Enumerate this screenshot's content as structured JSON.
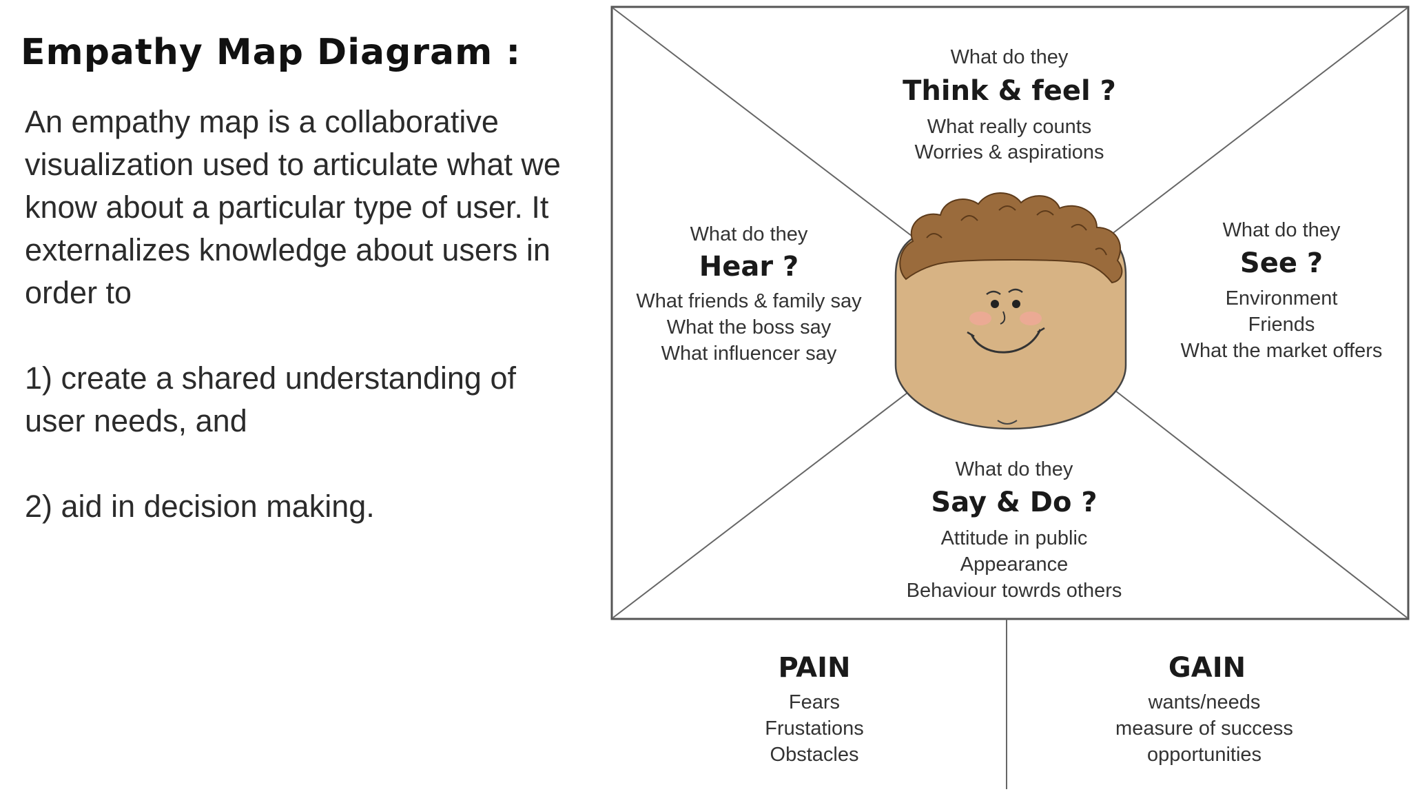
{
  "slide": {
    "title": "Empathy Map Diagram :",
    "paragraphs": [
      "An empathy map is a collaborative visualization used to articulate what we know about a particular type of user. It externalizes knowledge about users in order to",
      "1) create a shared understanding of user needs, and",
      "2) aid in decision making."
    ]
  },
  "diagram": {
    "quadrants": {
      "top": {
        "prompt": "What do they",
        "heading": "Think & feel ?",
        "items": [
          "What really counts",
          "Worries & aspirations"
        ]
      },
      "left": {
        "prompt": "What do they",
        "heading": "Hear ?",
        "items": [
          "What friends & family say",
          "What the boss say",
          "What influencer say"
        ]
      },
      "right": {
        "prompt": "What do they",
        "heading": "See ?",
        "items": [
          "Environment",
          "Friends",
          "What the market offers"
        ]
      },
      "bottom": {
        "prompt": "What do they",
        "heading": "Say & Do ?",
        "items": [
          "Attitude in public",
          "Appearance",
          "Behaviour towrds others"
        ]
      }
    },
    "pain": {
      "heading": "PAIN",
      "items": [
        "Fears",
        "Frustations",
        "Obstacles"
      ]
    },
    "gain": {
      "heading": "GAIN",
      "items": [
        "wants/needs",
        "measure of success",
        "opportunities"
      ]
    }
  },
  "colors": {
    "face_fill": "#d7b384",
    "hair_fill": "#9a6b3c",
    "cheek": "#f2a79a",
    "line": "#555555"
  }
}
